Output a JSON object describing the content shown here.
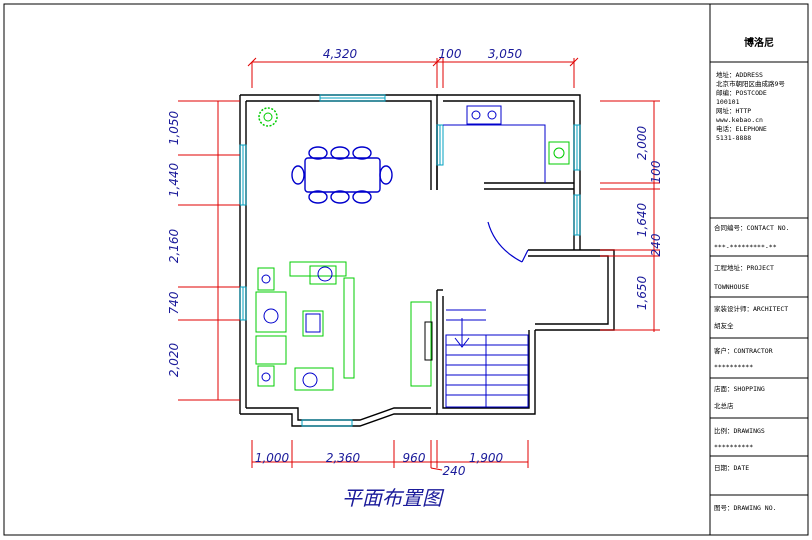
{
  "title_block": {
    "brand": "博洛尼",
    "address_lines": [
      "地址：ADDRESS",
      "北京市朝阳区曲成路9号",
      "邮编：POSTCODE",
      "100101",
      "网址：HTTP",
      "www.kebao.cn",
      "电话：ELEPHONE",
      "5131-8888"
    ],
    "fields": [
      {
        "label": "合同编号：CONTACT NO.",
        "value": "***-*********-**"
      },
      {
        "label": "工程地址：PROJECT",
        "value": "TOWNHOUSE"
      },
      {
        "label": "家装设计师：ARCHITECT",
        "value": "胡友全"
      },
      {
        "label": "客户：CONTRACTOR",
        "value": "**********"
      },
      {
        "label": "店面：SHOPPING",
        "value": "北总店"
      },
      {
        "label": "比例：DRAWINGS",
        "value": "**********"
      },
      {
        "label": "日期：DATE",
        "value": ""
      },
      {
        "label": "图号：DRAWING NO.",
        "value": ""
      }
    ]
  },
  "dimensions": {
    "top": [
      "4,320",
      "100",
      "3,050"
    ],
    "left": [
      "1,050",
      "1,440",
      "2,160",
      "740",
      "2,020"
    ],
    "bottom": [
      "1,000",
      "2,360",
      "960",
      "240",
      "1,900"
    ],
    "right": [
      "2,000",
      "100",
      "1,640",
      "240",
      "1,650"
    ]
  },
  "caption": "平面布置图",
  "colors": {
    "wall": "#000000",
    "dimension": "#e00000",
    "furniture": "#0000cc",
    "accent": "#00cc00",
    "window": "#00a0c0"
  }
}
